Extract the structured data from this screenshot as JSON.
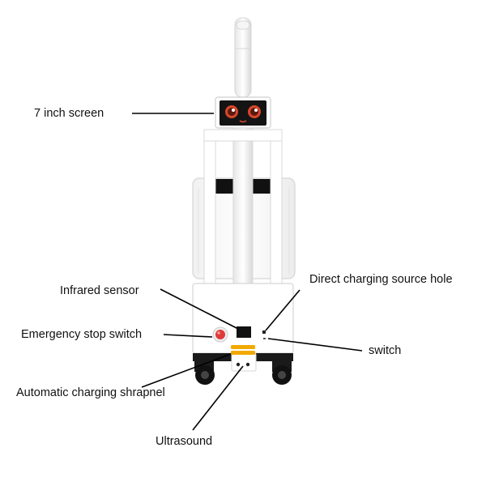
{
  "labels": {
    "screen": "7 inch screen",
    "infrared": "Infrared sensor",
    "estop": "Emergency stop switch",
    "auto_charge": "Automatic charging shrapnel",
    "ultrasound": "Ultrasound",
    "direct_charge": "Direct charging source hole",
    "switch": "switch"
  },
  "colors": {
    "body": "#ffffff",
    "outline": "#d8d8d8",
    "dark": "#1a1a1a",
    "stop_button": "#e03a3a",
    "charging_strip": "#f2a900",
    "eye": "#d9462b",
    "leader_line": "#000000"
  }
}
